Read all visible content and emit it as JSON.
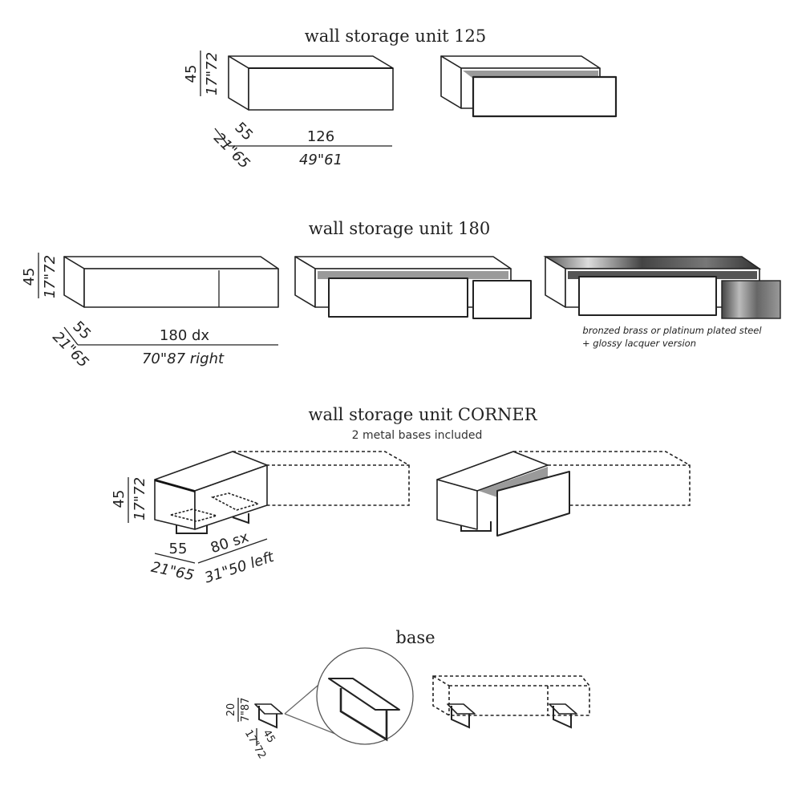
{
  "sections": [
    {
      "title": "wall storage unit 125",
      "dims": {
        "height_cm": "45",
        "height_in": "17\"72",
        "depth_cm": "55",
        "depth_in": "21\"65",
        "width_cm": "126",
        "width_in": "49\"61"
      }
    },
    {
      "title": "wall storage unit 180",
      "dims": {
        "height_cm": "45",
        "height_in": "17\"72",
        "depth_cm": "55",
        "depth_in": "21\"65",
        "width_cm": "180 dx",
        "width_in": "70\"87 right"
      },
      "note_line1": "bronzed brass or platinum plated steel",
      "note_line2": "+ glossy lacquer version"
    },
    {
      "title": "wall storage unit CORNER",
      "subtitle": "2 metal bases included",
      "dims": {
        "height_cm": "45",
        "height_in": "17\"72",
        "depth_cm": "55",
        "depth_in": "21\"65",
        "width_cm": "80 sx",
        "width_in": "31\"50 left"
      }
    },
    {
      "title": "base",
      "dims": {
        "height_cm": "20",
        "height_in": "7\"87",
        "depth_cm": "45",
        "depth_in": "17\"72"
      }
    }
  ],
  "colors": {
    "line": "#222222",
    "metal_dark": "#3a3a3a",
    "metal_light": "#d8d8d8",
    "interior": "#9a9a9a"
  }
}
